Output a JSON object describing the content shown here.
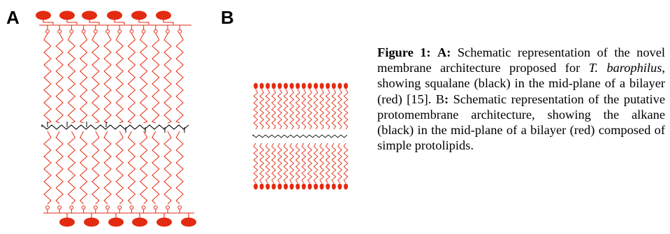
{
  "panels": {
    "a_label": "A",
    "b_label": "B"
  },
  "colors": {
    "lipid": "#e32b12",
    "alkane": "#000000",
    "background": "#ffffff"
  },
  "caption": {
    "figure_label": "Figure 1:",
    "a_label": "A:",
    "a_text_1": " Schematic representation of the novel membrane architecture proposed for ",
    "species": "T. barophilus",
    "a_text_2": ", showing squalane (black) in the mid-plane of a bilayer (red) [15]. B",
    "b_colon": ":",
    "b_text": " Schematic representation of the putative protomembrane architecture, showing the alkane (black) in the mid-plane of a bilayer (red) composed of simple protolipids."
  }
}
